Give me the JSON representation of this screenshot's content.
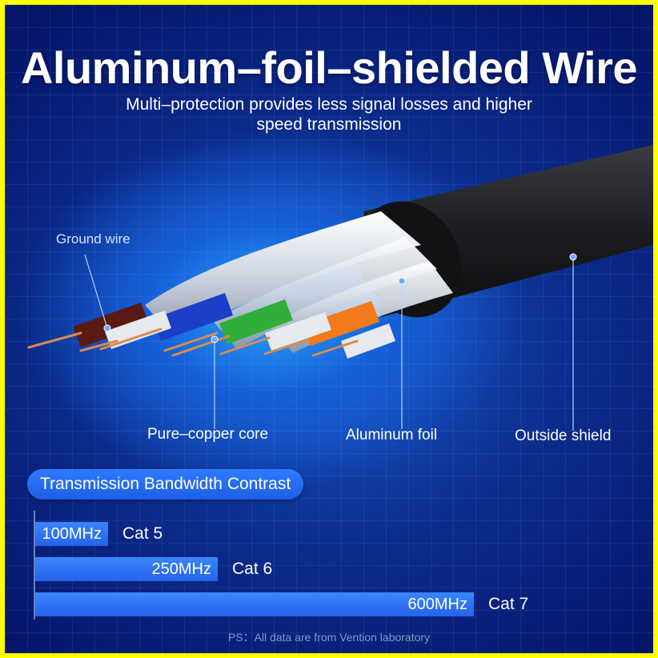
{
  "banner": {
    "title": "Aluminum–foil–shielded Wire",
    "subtitle": "Multi–protection provides less signal losses and higher speed transmission"
  },
  "callouts": {
    "ground_wire": "Ground wire",
    "pure_copper_core": "Pure–copper core",
    "aluminum_foil": "Aluminum foil",
    "outside_shield": "Outside shield"
  },
  "bandwidth": {
    "heading": "Transmission Bandwidth Contrast",
    "rows": [
      {
        "value_label": "100MHz",
        "category": "Cat 5",
        "mhz": 100
      },
      {
        "value_label": "250MHz",
        "category": "Cat 6",
        "mhz": 250
      },
      {
        "value_label": "600MHz",
        "category": "Cat 7",
        "mhz": 600
      }
    ]
  },
  "footnote": "PS：All data are from Vention laboratory",
  "colors": {
    "frame_border": "#ffff00",
    "bar": "#2463ea",
    "pill": "#1d5fe6",
    "wire_brown": "#5a1a14",
    "wire_blue": "#1d3ec7",
    "wire_green": "#2fae3a",
    "wire_orange": "#f07a1c",
    "jacket": "#1c1d20"
  }
}
